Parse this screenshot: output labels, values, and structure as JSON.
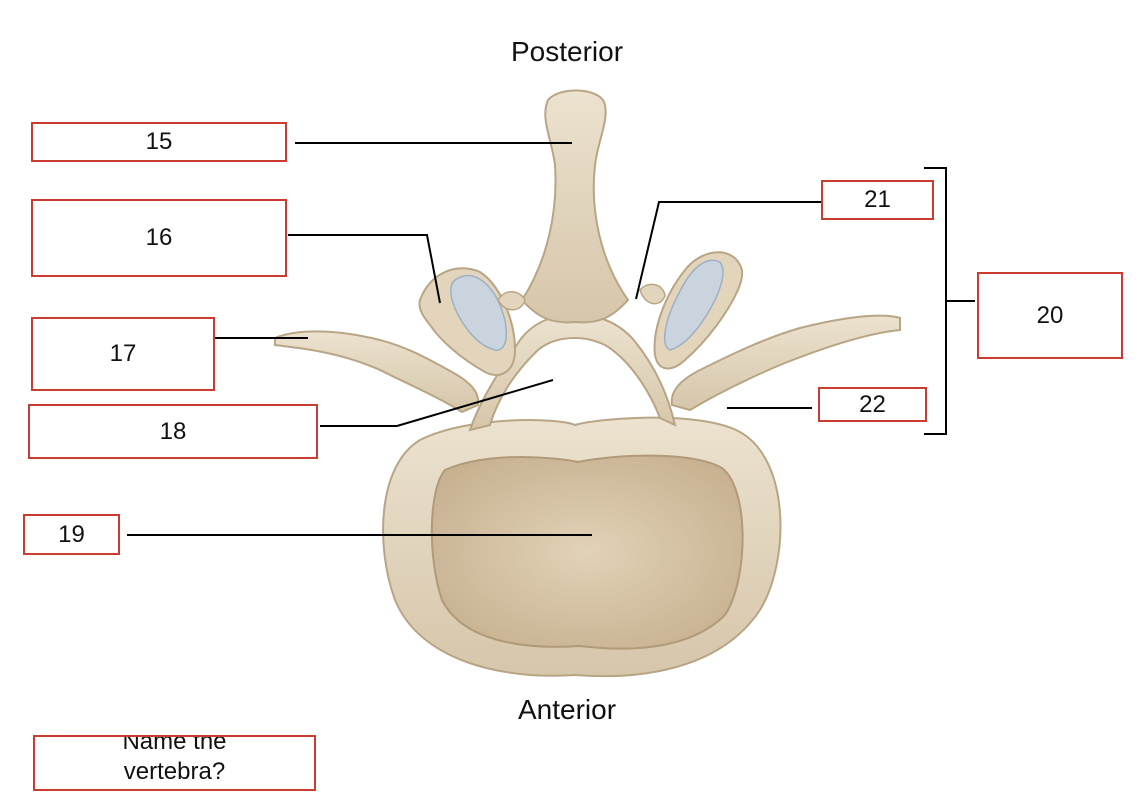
{
  "orientation": {
    "top": "Posterior",
    "bottom": "Anterior"
  },
  "labels": {
    "l15": "15",
    "l16": "16",
    "l17": "17",
    "l18": "18",
    "l19": "19",
    "l20": "20",
    "l21": "21",
    "l22": "22"
  },
  "question": "Name the vertebra?",
  "colors": {
    "box_border": "#cc3b2f",
    "bone": "#e5d8c2",
    "bone_shadow": "#c9b79a",
    "body_interior": "#d8c6a8",
    "cartilage": "#c8d3de",
    "leader_line": "#000000"
  }
}
